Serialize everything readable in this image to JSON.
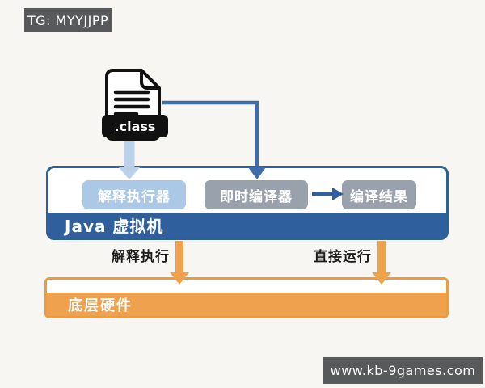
{
  "watermarks": {
    "top": "TG: MYYJJPP",
    "bottom": "www.kb-9games.com"
  },
  "diagram": {
    "class_file_label": ".class",
    "jvm": {
      "title": "Java 虚拟机",
      "interpreter_label": "解释执行器",
      "jit_compiler_label": "即时编译器",
      "compile_result_label": "编译结果"
    },
    "flows": {
      "interpret_label": "解释执行",
      "direct_run_label": "直接运行"
    },
    "hardware_label": "底层硬件"
  },
  "colors": {
    "jvm_blue": "#2f5f9d",
    "container_border_blue": "#2d5f9a",
    "interpreter_light_blue": "#abc9e6",
    "light_blue_arrow": "#b9d2ea",
    "gray_chip": "#99a1ac",
    "dark_blue_arrow": "#3e6da8",
    "orange": "#f0a14d",
    "orange_border": "#eb9b40",
    "badge_gray": "#58595b"
  }
}
